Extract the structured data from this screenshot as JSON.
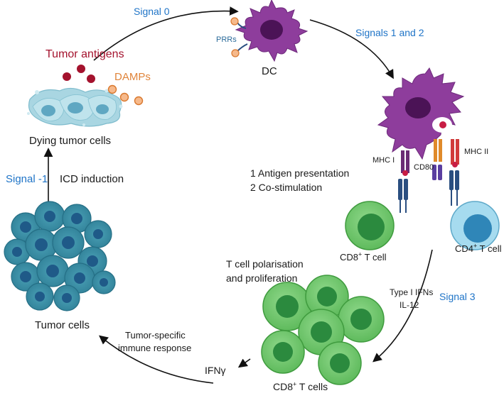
{
  "labels": {
    "signal0": "Signal 0",
    "signals12": "Signals 1 and 2",
    "signal_minus1": "Signal -1",
    "signal3": "Signal 3",
    "tumor_antigens": "Tumor antigens",
    "damps": "DAMPs",
    "dying_tumor_cells": "Dying tumor cells",
    "icd_induction": "ICD induction",
    "tumor_cells": "Tumor cells",
    "prrs": "PRRs",
    "dc": "DC",
    "mhc1": "MHC I",
    "mhc2": "MHC II",
    "cd80": "CD80",
    "antigen_presentation": "1 Antigen presentation",
    "co_stimulation": "2 Co-stimulation",
    "cd8_prefix": "CD8",
    "cd8_sup": "+",
    "cd8_suffix": " T cell",
    "cd4_prefix": "CD4",
    "cd4_sup": "+",
    "cd4_suffix": " T cell",
    "type1_ifns": "Type I IFNs",
    "il12": "IL-12",
    "polarisation_line1": "T cell polarisation",
    "polarisation_line2": "and proliferation",
    "cd8s_prefix": "CD8",
    "cd8s_sup": "+",
    "cd8s_suffix": " T cells",
    "ifng": "IFNγ",
    "tumor_specific_line1": "Tumor-specific",
    "tumor_specific_line2": "immune response"
  },
  "colors": {
    "signal_text": "#1f74c7",
    "tumor_antigen": "#a4122d",
    "damp": "#e0843a",
    "dc_purple": "#8e3d9c",
    "dc_nucleus": "#4b1356",
    "tumor_blue": "#3f8fa6",
    "tumor_nucleus": "#1f5a88",
    "tcell_green": "#6cc46a",
    "tcell_nucleus": "#2b8a3e",
    "cd4_blue": "#7ec4e0",
    "cd4_nucleus": "#2f86b8",
    "mhc1": "#6b2c74",
    "mhc2": "#d13a3a",
    "cd80": "#e08a2a",
    "tcr": "#2a4e80",
    "cd28": "#5a3ea0"
  }
}
